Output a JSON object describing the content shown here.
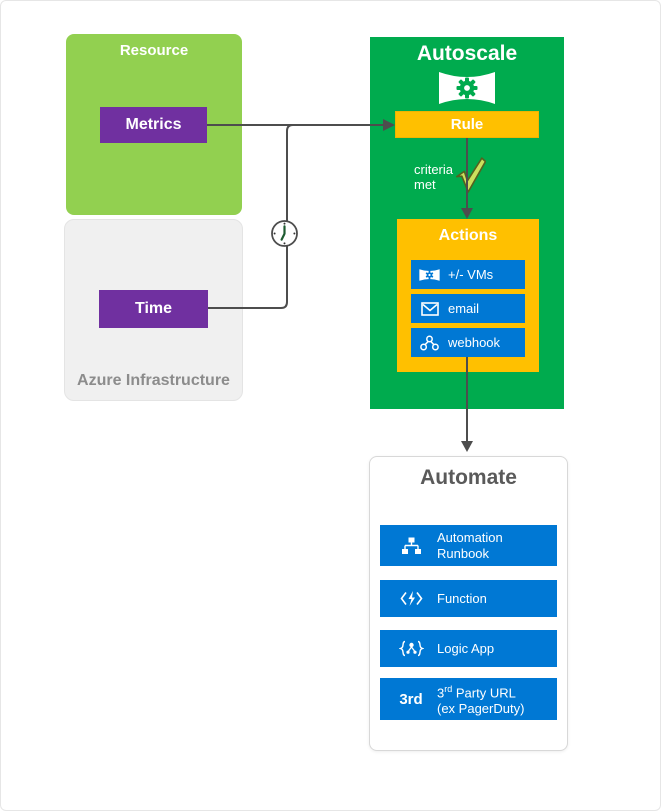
{
  "colors": {
    "light_green": "#92D050",
    "green": "#00AB4E",
    "purple": "#7030A0",
    "yellow": "#FFC000",
    "blue": "#0078D4",
    "line_gray": "#4D4D4D",
    "muted_text": "#8C8C8C",
    "automate_title_gray": "#5A5A5A"
  },
  "resource_box": {
    "title": "Resource",
    "metrics_button": "Metrics"
  },
  "infrastructure_box": {
    "time_button": "Time",
    "label": "Azure Infrastructure",
    "branch_icon": "clock-icon"
  },
  "autoscale_box": {
    "title": "Autoscale",
    "header_icon": "autoscale-banner-gear-icon",
    "rule_label": "Rule",
    "criteria_line1": "criteria",
    "criteria_line2": "met",
    "criteria_icon": "checkmark-icon",
    "actions_title": "Actions",
    "action_items": [
      {
        "label": "+/- VMs",
        "icon": "vm-scale-banner-icon"
      },
      {
        "label": "email",
        "icon": "email-icon"
      },
      {
        "label": "webhook",
        "icon": "webhook-icon"
      }
    ]
  },
  "automate_box": {
    "title": "Automate",
    "items": [
      {
        "line1": "Automation",
        "line2": "Runbook",
        "icon": "automation-runbook-icon"
      },
      {
        "label": "Function",
        "icon": "function-bolt-icon"
      },
      {
        "label": "Logic App",
        "icon": "logic-app-icon"
      },
      {
        "icon_text": "3rd",
        "label_pre": "3",
        "label_sup": "rd",
        "label_post": " Party URL",
        "line2": "(ex PagerDuty)",
        "icon": "third-party-icon"
      }
    ]
  }
}
